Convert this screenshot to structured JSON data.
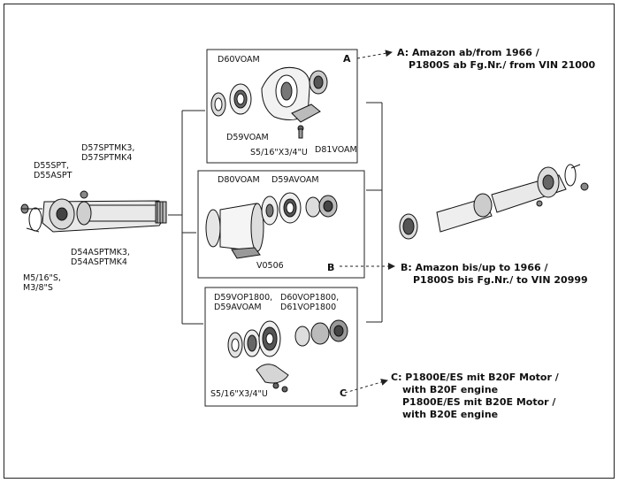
{
  "labels": {
    "main_shaft": {
      "d55": [
        "D55SPT,",
        "D55ASPT"
      ],
      "d57": [
        "D57SPTMK3,",
        "D57SPTMK4"
      ],
      "d54": [
        "D54ASPTMK3,",
        "D54ASPTMK4"
      ],
      "m5": [
        "M5/16\"S,",
        "M3/8\"S"
      ]
    },
    "box_a": {
      "letter": "A",
      "d60": "D60VOAM",
      "d59": "D59VOAM",
      "d81": "D81VOAM",
      "screw": "S5/16\"X3/4\"U"
    },
    "box_b": {
      "letter": "B",
      "d80": "D80VOAM",
      "d59a": "D59AVOAM",
      "v0506": "V0506"
    },
    "box_c": {
      "letter": "C",
      "d59vop": [
        "D59VOP1800,",
        "D59AVOAM"
      ],
      "d60vop": [
        "D60VOP1800,",
        "D61VOP1800"
      ],
      "screw": "S5/16\"X3/4\"U"
    }
  },
  "captions": {
    "a": [
      "A: Amazon ab/from 1966  /",
      "P1800S ab Fg.Nr./ from VIN 21000"
    ],
    "b": [
      "B: Amazon bis/up to 1966  /",
      "P1800S bis Fg.Nr./ to VIN 20999"
    ],
    "c": [
      "C: P1800E/ES mit B20F Motor /",
      "with B20F engine",
      "P1800E/ES mit B20E Motor /",
      "with B20E engine"
    ]
  }
}
